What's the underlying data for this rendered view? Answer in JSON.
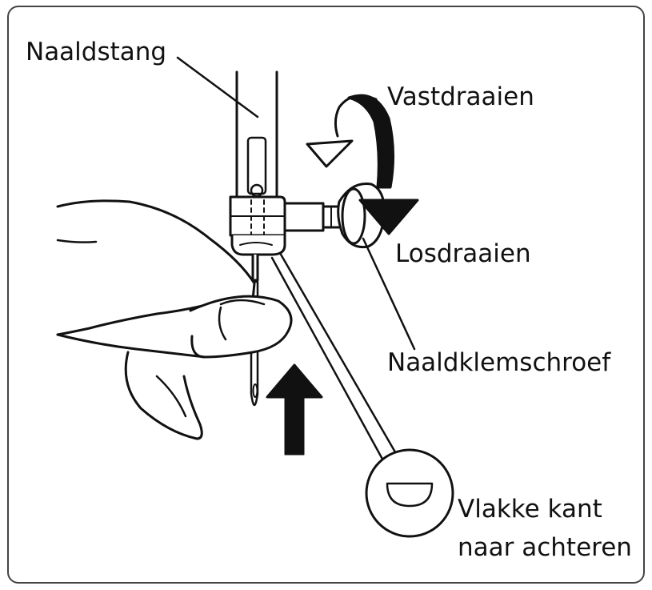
{
  "labels": {
    "needle_bar": "Naaldstang",
    "tighten": "Vastdraaien",
    "loosen": "Losdraaien",
    "clamp_screw": "Naaldklemschroef",
    "flat_side_line1": "Vlakke kant",
    "flat_side_line2": "naar achteren"
  },
  "colors": {
    "ink": "#111111",
    "frame": "#444444",
    "background": "#ffffff"
  }
}
